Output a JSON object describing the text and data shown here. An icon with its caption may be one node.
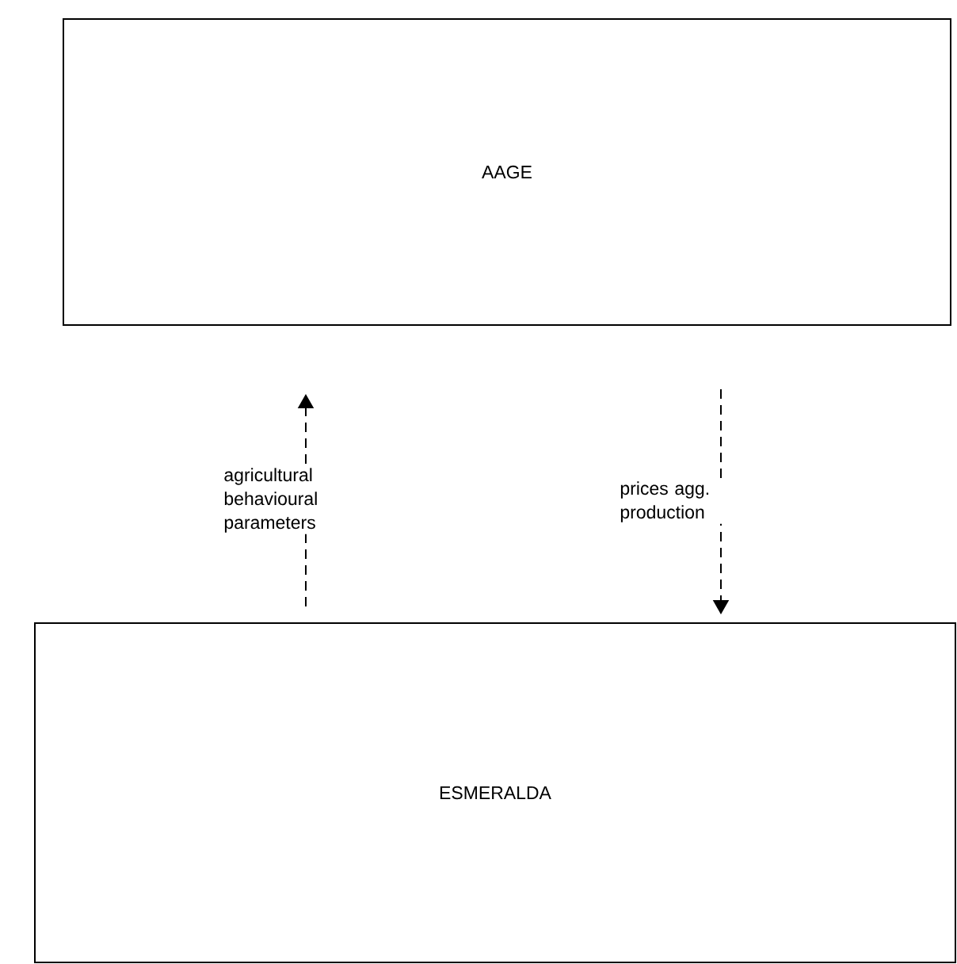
{
  "diagram": {
    "nodes": [
      {
        "text": [
          "AAGE"
        ]
      },
      {
        "text": [
          "ESMERALDA"
        ]
      }
    ],
    "edges": [
      {
        "from": 1,
        "to": 0,
        "arrow": "to",
        "style": "dashed",
        "label": "agricultural behavioural parameters"
      },
      {
        "from": 0,
        "to": 1,
        "arrow": "to",
        "style": "dashed",
        "label": "prices agg. production"
      }
    ]
  }
}
